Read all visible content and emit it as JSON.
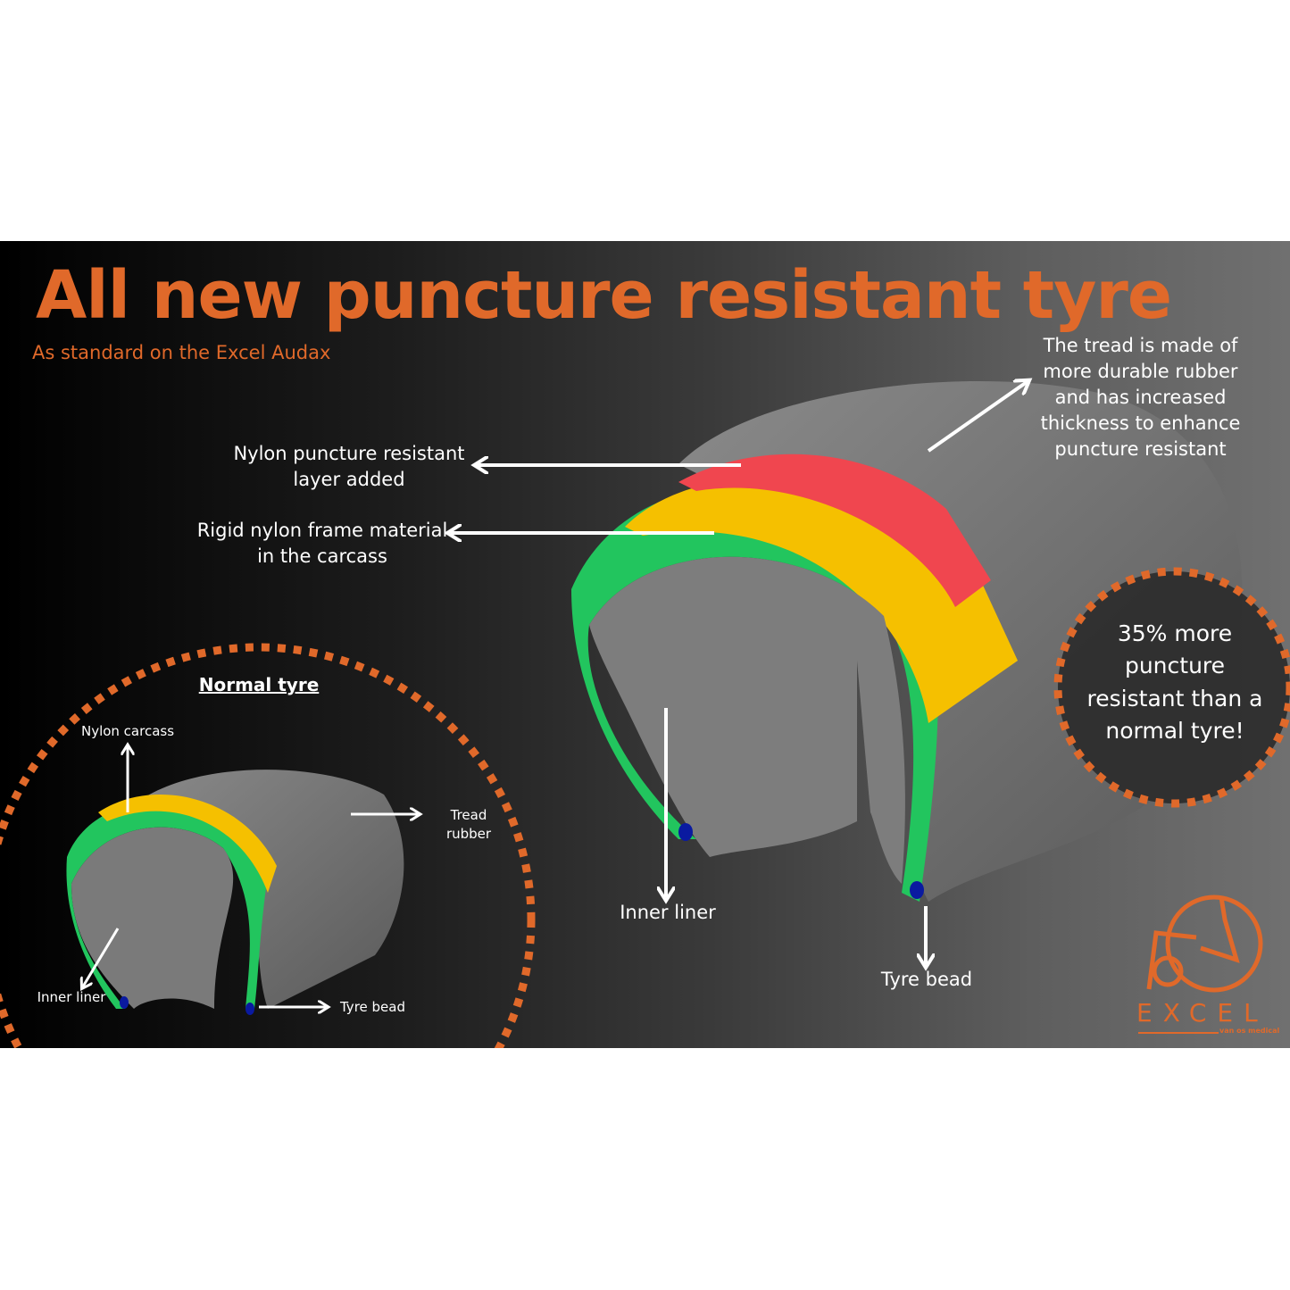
{
  "title": "All new puncture resistant tyre",
  "subtitle": "As standard on the Excel Audax",
  "callouts": {
    "tread": "The tread is made of more durable rubber and has increased thickness to enhance puncture resistant",
    "nylon_layer": "Nylon puncture resistant layer added",
    "rigid_frame": "Rigid nylon frame material in the carcass",
    "inner_liner": "Inner liner",
    "tyre_bead": "Tyre bead"
  },
  "badge": "35% more puncture resistant than a normal tyre!",
  "normal_tyre": {
    "heading": "Normal tyre",
    "nylon_carcass": "Nylon carcass",
    "tread_rubber": "Tread rubber",
    "inner_liner": "Inner liner",
    "tyre_bead": "Tyre bead"
  },
  "logo": {
    "brand": "EXCEL",
    "tagline": "van os medical"
  },
  "colors": {
    "accent": "#e0692a",
    "red_layer": "#f0464f",
    "yellow_layer": "#f5e000",
    "green_layer": "#22c55e"
  }
}
